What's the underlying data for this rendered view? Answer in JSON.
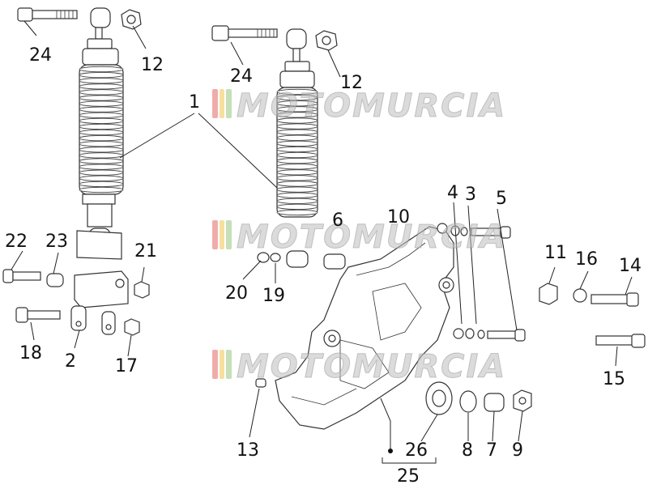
{
  "watermark": {
    "text": "MOTOMURCIA",
    "colors": [
      "#e05a5a",
      "#f0c040",
      "#8cc070",
      "#e0a030"
    ]
  },
  "labels": {
    "l1": "1",
    "l2": "2",
    "l3": "3",
    "l4": "4",
    "l5": "5",
    "l6": "6",
    "l7": "7",
    "l8": "8",
    "l9": "9",
    "l10": "10",
    "l11": "11",
    "l12a": "12",
    "l12b": "12",
    "l13": "13",
    "l14": "14",
    "l15": "15",
    "l16": "16",
    "l17": "17",
    "l18": "18",
    "l19": "19",
    "l20": "20",
    "l21": "21",
    "l22": "22",
    "l23": "23",
    "l24a": "24",
    "l24b": "24",
    "l25": "25",
    "l26": "26"
  }
}
